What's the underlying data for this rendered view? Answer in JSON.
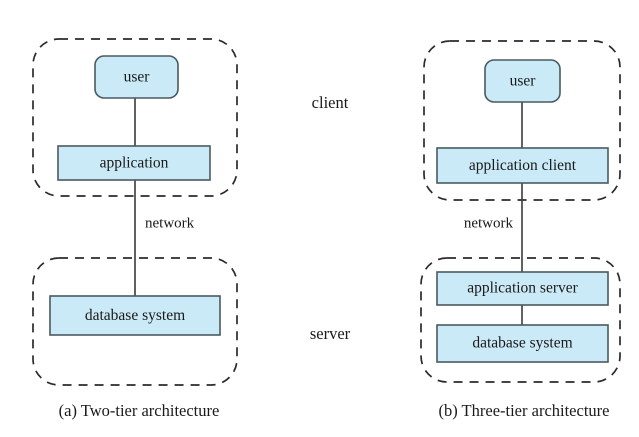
{
  "figure": {
    "background_color": "#ffffff",
    "box_fill_color": "#cbeaf7",
    "box_stroke_color": "#4a5a60",
    "dashed_stroke_color": "#2b2b2b",
    "connector_color": "#3a3a3a"
  },
  "tier_labels": {
    "client": "client",
    "server": "server"
  },
  "panels": [
    {
      "id": "two-tier",
      "caption": "(a) Two-tier architecture",
      "network_label": "network",
      "client_group": {
        "name": "client",
        "nodes": [
          {
            "id": "user",
            "label": "user",
            "shape": "rounded"
          },
          {
            "id": "application",
            "label": "application",
            "shape": "rect"
          }
        ]
      },
      "server_group": {
        "name": "server",
        "nodes": [
          {
            "id": "database-system",
            "label": "database system",
            "shape": "rect"
          }
        ]
      }
    },
    {
      "id": "three-tier",
      "caption": "(b) Three-tier architecture",
      "network_label": "network",
      "client_group": {
        "name": "client",
        "nodes": [
          {
            "id": "user",
            "label": "user",
            "shape": "rounded"
          },
          {
            "id": "application-client",
            "label": "application client",
            "shape": "rect"
          }
        ]
      },
      "server_group": {
        "name": "server",
        "nodes": [
          {
            "id": "application-server",
            "label": "application server",
            "shape": "rect"
          },
          {
            "id": "database-system",
            "label": "database system",
            "shape": "rect"
          }
        ]
      }
    }
  ]
}
